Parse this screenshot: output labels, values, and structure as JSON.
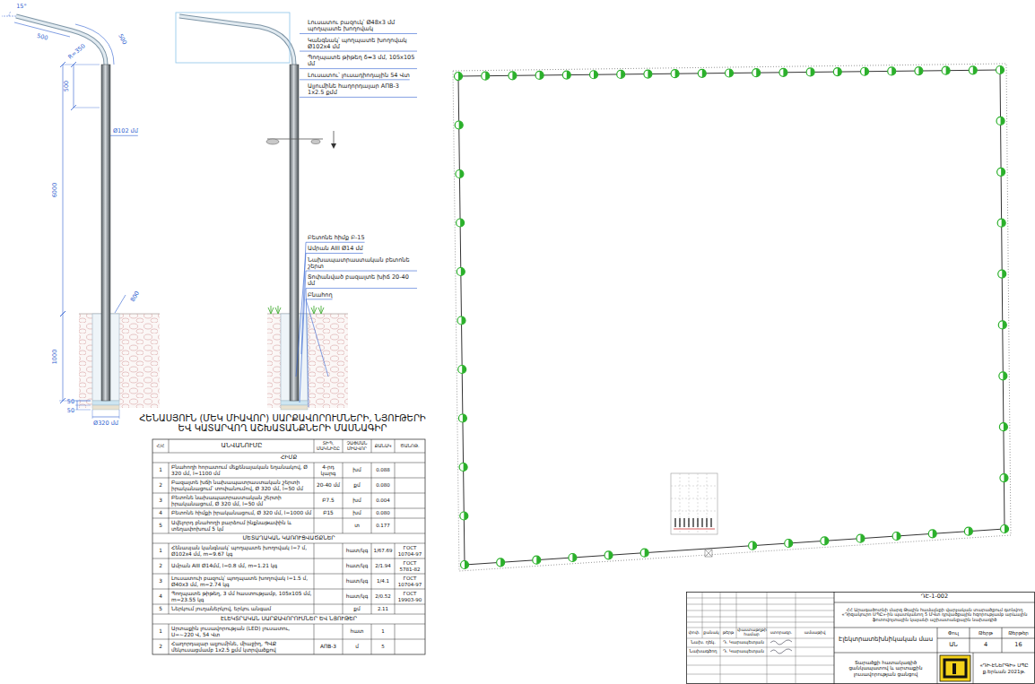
{
  "diagram": {
    "title": "ՀԵՆԱՍՅՈՒՆ (ՄԵԿ ՄԻԱՎՈՐ) ՍԱՐՔԱՎՈՐՈՒՄՆԵՐԻ, ՆՅՈՒԹԵՐԻ ԵՎ ԿԱՏԱՐՎՈՂ ԱՇԽԱՏԱՆՔՆԵՐԻ ՄԱՍՆԱԳԻՐ",
    "labels": [
      "15°",
      "500",
      "R=350",
      "500",
      "500",
      "Ø102 մմ",
      "6000",
      "800",
      "1000",
      "50",
      "50",
      "Ø320 մմ",
      "Լուսատու բազուկ՝ Ø48x3 մմ պողպատե խողովակ",
      "Կանգնակ՝ պողպատե խողովակ Ø102x4 մմ",
      "Պողպատե թիթեղ δ=3 մմ, 105x105 մմ",
      "Լուսատու՝ լուսադիոդային 54 Վտ",
      "Ալյումինե հաղորդալար АПВ-3 1x2.5 քմմ",
      "Բետոնե հիմք Բ-15",
      "Ամրան AIII Ø14 մմ",
      "Նախապատրաստական բետոնե շերտ",
      "Տոփանված բազալտե խիճ 20-40 մմ",
      "Բնահող",
      "Հ/Հ",
      "ԱՆՎԱՆՈՒՄԸ",
      "ՏԻՊ, ՄԱԿՆԻՇԸ",
      "ՉԱՓՄԱՆ ՄԻԱՎՈՐ",
      "ՔԱՆԱԿ",
      "ԾԱՆՈԹ.",
      "ՀԻՄՔ",
      "1",
      "Բնահողի հորատում մեքենայական եղանակով, Ø 320 մմ, l=1100 մմ",
      "4-րդ կարգ",
      "խմ",
      "0.088",
      "2",
      "Բազալտե խճի նախապատրաստական շերտի իրականացում՝ տոփանումով, Ø 320 մմ, l=50 մմ",
      "20-40 մմ",
      "քմ",
      "0.080",
      "3",
      "Բետոնե նախապատրաստական շերտի իրականացում, Ø 320 մմ, l=50 մմ",
      "Բ7.5",
      "խմ",
      "0.004",
      "4",
      "Բետոնե հիմքի իրականացում, Ø 320 մմ, l=1000 մմ",
      "Բ15",
      "խմ",
      "0.080",
      "5",
      "Ավելորդ բնահողի բարձում ինքնաթափին և տեղափոխում 5 կմ",
      "տ",
      "0.177",
      "ՄԵՏԱՂԱԿԱՆ ԿԱՌՈՒՑՎԱԾՔՆԵՐ",
      "1",
      "Հենասյան կանգնակ՝ պողպատե խողովակ l=7 մ, Ø102x4 մմ, m=9.67 կգ",
      "հատ/կգ",
      "1/67.69",
      "ГОСТ 10704-97",
      "2",
      "Ամրան AIII Ø14մմ, l=0.8 մմ, m=1.21 կգ",
      "հատ/կգ",
      "2/1.94",
      "ГОСТ 5781-82",
      "3",
      "Լուսատուի բազուկ՝ պողպատե խողովակ l=1.5 մ, Ø40x3 մմ, m=2.74 կգ",
      "հատ/կգ",
      "1/4.1",
      "ГОСТ 10704-97",
      "4",
      "Պողպատե թիթեղ, 3 մմ հաստությամբ, 105x105 մմ, m=23.55 կգ",
      "հատ/կգ",
      "2/0.52",
      "ГОСТ 19903-90",
      "5",
      "Ներկում յուղաներկով, երկու անգամ",
      "քմ",
      "2.11",
      "ԷԼԵԿՏՐԱԿԱՆ ՍԱՐՔԱՎՈՐՈՒՄՆԵՐ ԵՎ ՆՅՈՒԹԵՐ",
      "1",
      "Արտաքին լուսավորության (LED) լուսատու, U=~220 Վ, 54 Վտ",
      "հատ",
      "1",
      "2",
      "Հաղորդալար ալյումինե, միաջիղ, ՊՎՔ մեկուսացմամբ 1x2.5 քմմ կտրվածքով",
      "АПВ-3",
      "մ",
      "5",
      "ԴԷ-1-002",
      "ՀՀ Արագածոտնի մարզ Թալին համայնքի վարչական տարածքում գտնվող «Դիզակուրո ՍՊԸ»-ին պատկանող 5 ՄՎտ դրվածքային հզորությամբ արևային ֆոտովոլտային կայանի աշխատանքային նախագիծ",
      "Էլեկտրատեխնիկական մաս",
      "Փուլ",
      "Թերթ",
      "Թերթեր",
      "ԱՆ",
      "4",
      "16",
      "Տարածքի հատակագիծ ցանկապատով և արտաքին լուսավորության ցանցով",
      "«ԴԻ-ԷՆԵՐԳԻ» ՍՊԸ ք.Երևան 2021թ.",
      "փոփ.",
      "քանակ",
      "թերթ",
      "փաստաթղթի համար",
      "ստորագր.",
      "ամսաթիվ",
      "Նախ. ղեկ.",
      "Դ. Կարապետյան",
      "Նախագծող",
      "Դ. Կարապետյան"
    ]
  }
}
